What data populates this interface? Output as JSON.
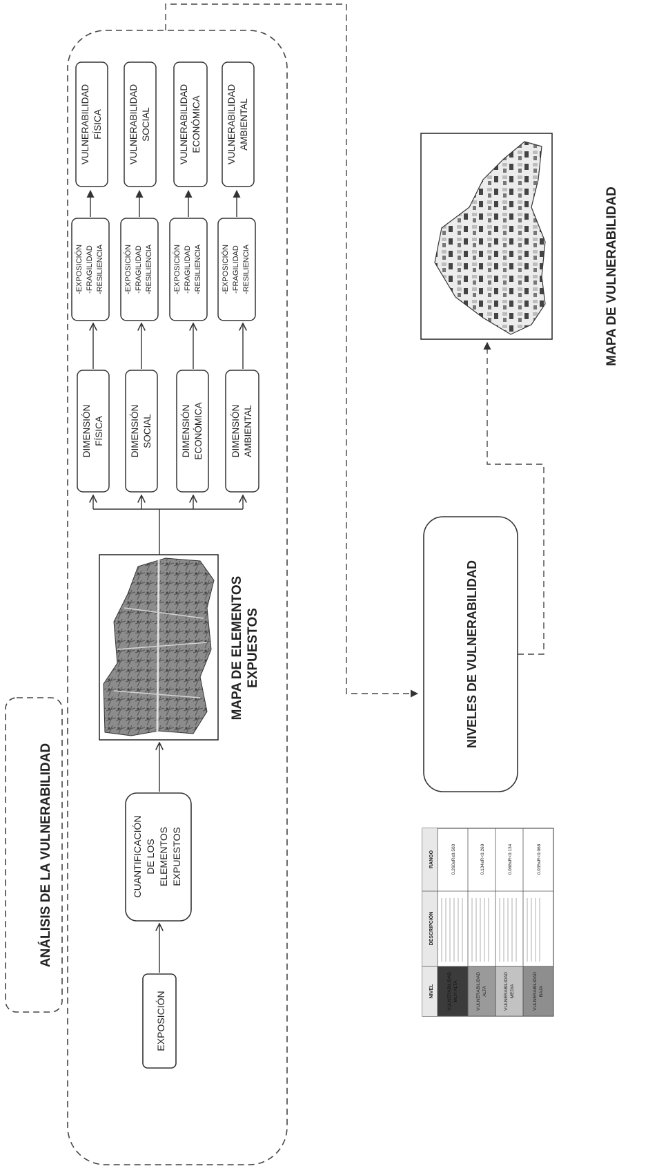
{
  "title": "ANÁLISIS DE LA VULNERABILIDAD",
  "flow": {
    "exposicion": "EXPOSICIÓN",
    "cuantificacion": [
      "CUANTIFICACIÓN",
      "DE LOS",
      "ELEMENTOS",
      "EXPUESTOS"
    ],
    "mapa_elementos": [
      "MAPA DE ELEMENTOS",
      "EXPUESTOS"
    ]
  },
  "dimensions": [
    {
      "dimension": [
        "DIMENSIÓN",
        "FÍSICA"
      ],
      "vulnerability": [
        "VULNERABILIDAD",
        "FÍSICA"
      ]
    },
    {
      "dimension": [
        "DIMENSIÓN",
        "SOCIAL"
      ],
      "vulnerability": [
        "VULNERABILIDAD",
        "SOCIAL"
      ]
    },
    {
      "dimension": [
        "DIMENSIÓN",
        "ECONÓMICA"
      ],
      "vulnerability": [
        "VULNERABILIDAD",
        "ECONÓMICA"
      ]
    },
    {
      "dimension": [
        "DIMENSIÓN",
        "AMBIENTAL"
      ],
      "vulnerability": [
        "VULNERABILIDAD",
        "AMBIENTAL"
      ]
    }
  ],
  "factors": [
    "-EXPOSICIÓN",
    "-FRAGILIDAD",
    "-RESILIENCIA"
  ],
  "niveles": "NIVELES DE VULNERABILIDAD",
  "mapa_vulnerabilidad": "MAPA DE VULNERABILIDAD",
  "levels_table": {
    "headers": [
      "NIVEL",
      "DESCRIPCIÓN",
      "RANGO"
    ],
    "rows": [
      {
        "nivel": [
          "VULNERABILIDAD",
          "MUY ALTA"
        ],
        "rango": "0.260≤R≤0.503"
      },
      {
        "nivel": [
          "VULNERABILIDAD",
          "ALTA"
        ],
        "rango": "0.134≤R<0.260"
      },
      {
        "nivel": [
          "VULNERABILIDAD",
          "MEDIA"
        ],
        "rango": "0.068≤R<0.134"
      },
      {
        "nivel": [
          "VULNERABILIDAD",
          "BAJA"
        ],
        "rango": "0.035≤R<0.068"
      }
    ],
    "row_colors": [
      "#3b3b3b",
      "#9a9a9a",
      "#c2c2c2",
      "#8e8e8e"
    ]
  }
}
